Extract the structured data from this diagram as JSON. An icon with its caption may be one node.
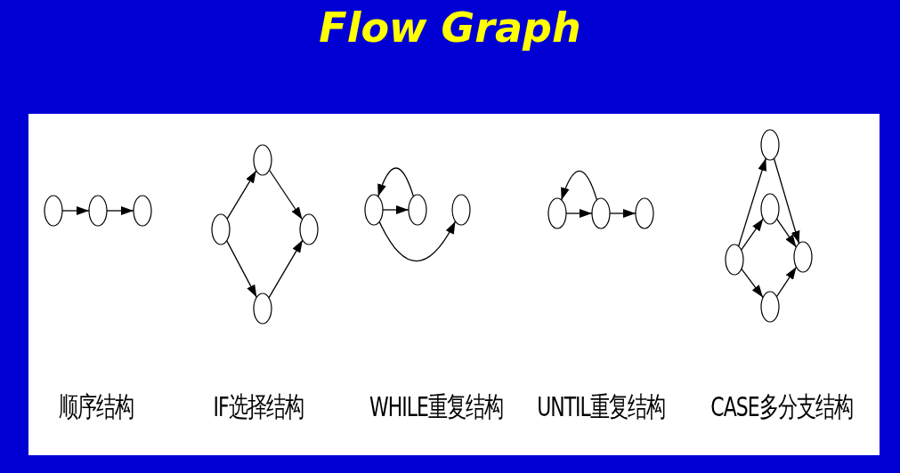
{
  "diagram": {
    "title": "Flow Graph",
    "nodes": [
      {
        "text": [],
        "shape": "circle"
      },
      {
        "text": [],
        "shape": "circle"
      },
      {
        "text": [],
        "shape": "circle"
      },
      {
        "text": [],
        "shape": "circle"
      },
      {
        "text": [],
        "shape": "circle"
      },
      {
        "text": [],
        "shape": "circle"
      },
      {
        "text": [],
        "shape": "circle"
      },
      {
        "text": [],
        "shape": "circle"
      },
      {
        "text": [],
        "shape": "circle"
      },
      {
        "text": [],
        "shape": "circle"
      },
      {
        "text": [],
        "shape": "circle"
      },
      {
        "text": [],
        "shape": "circle"
      },
      {
        "text": [],
        "shape": "circle"
      },
      {
        "text": [],
        "shape": "circle"
      },
      {
        "text": [],
        "shape": "circle"
      },
      {
        "text": [],
        "shape": "circle"
      },
      {
        "text": [],
        "shape": "circle"
      },
      {
        "text": [],
        "shape": "circle"
      }
    ],
    "edges": [
      {
        "from": 0,
        "to": 1,
        "arrow": "to"
      },
      {
        "from": 1,
        "to": 2,
        "arrow": "to"
      },
      {
        "from": 4,
        "to": 3,
        "arrow": "to"
      },
      {
        "from": 3,
        "to": 5,
        "arrow": "to"
      },
      {
        "from": 4,
        "to": 6,
        "arrow": "to"
      },
      {
        "from": 6,
        "to": 5,
        "arrow": "to"
      },
      {
        "from": 7,
        "to": 8,
        "arrow": "to"
      },
      {
        "from": 8,
        "to": 7,
        "arrow": "to"
      },
      {
        "from": 7,
        "to": 9,
        "arrow": "to"
      },
      {
        "from": 10,
        "to": 11,
        "arrow": "to"
      },
      {
        "from": 11,
        "to": 10,
        "arrow": "to"
      },
      {
        "from": 11,
        "to": 12,
        "arrow": "to"
      },
      {
        "from": 15,
        "to": 13,
        "arrow": "to"
      },
      {
        "from": 13,
        "to": 16,
        "arrow": "to"
      },
      {
        "from": 15,
        "to": 14,
        "arrow": "to"
      },
      {
        "from": 14,
        "to": 16,
        "arrow": "to"
      },
      {
        "from": 15,
        "to": 17,
        "arrow": "to"
      },
      {
        "from": 17,
        "to": 16,
        "arrow": "to"
      }
    ],
    "labels": [
      "顺序结构",
      "IF选择结构",
      "WHILE重复结构",
      "UNTIL重复结构",
      "CASE多分支结构"
    ]
  }
}
